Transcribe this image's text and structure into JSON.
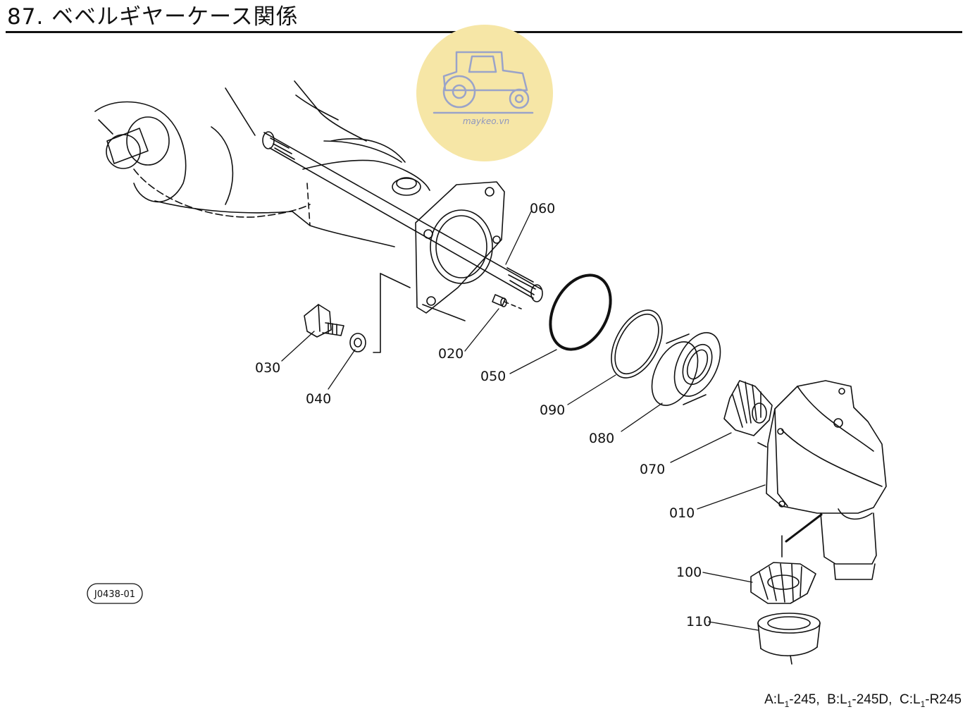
{
  "header": {
    "title": "87. ベベルギヤーケース関係"
  },
  "watermark": {
    "text": "maykeo.vn",
    "bg_color": "#f6e6a6",
    "icon": "tractor-icon"
  },
  "diagram": {
    "drawing_id": "J0438-01",
    "parts": [
      {
        "label": "010"
      },
      {
        "label": "020"
      },
      {
        "label": "030"
      },
      {
        "label": "040"
      },
      {
        "label": "050"
      },
      {
        "label": "060"
      },
      {
        "label": "070"
      },
      {
        "label": "080"
      },
      {
        "label": "090"
      },
      {
        "label": "100"
      },
      {
        "label": "110"
      }
    ]
  },
  "footer": {
    "a_prefix": "A:L",
    "a_sub": "1",
    "a_suffix": "-245,",
    "b_prefix": "B:L",
    "b_sub": "1",
    "b_suffix": "-245D,",
    "c_prefix": "C:L",
    "c_sub": "1",
    "c_suffix": "-R245"
  }
}
